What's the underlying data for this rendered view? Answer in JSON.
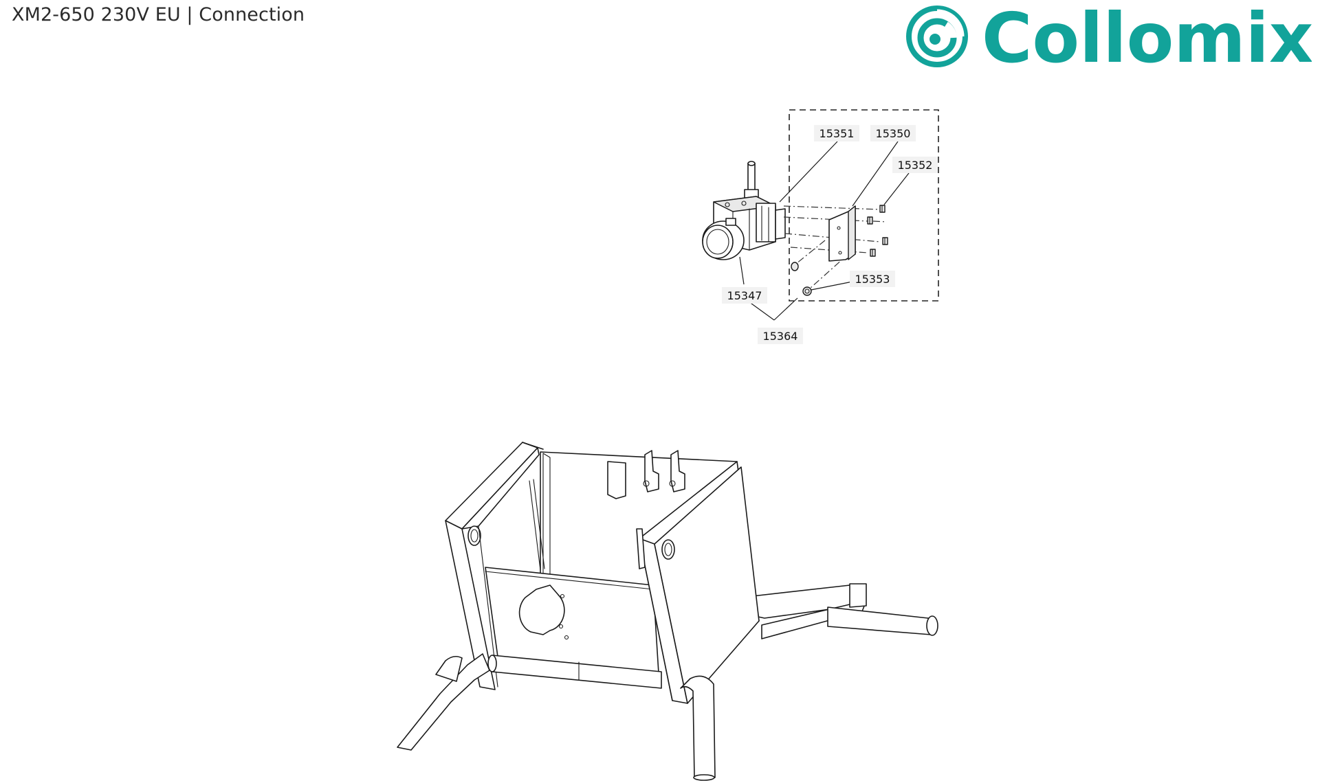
{
  "header": {
    "title": "XM2-650 230V EU | Connection"
  },
  "logo": {
    "text": "Collomix",
    "color": "#12a39a"
  },
  "diagram": {
    "part_numbers": {
      "p15351": "15351",
      "p15350": "15350",
      "p15352": "15352",
      "p15353": "15353",
      "p15347": "15347",
      "p15364": "15364"
    }
  }
}
